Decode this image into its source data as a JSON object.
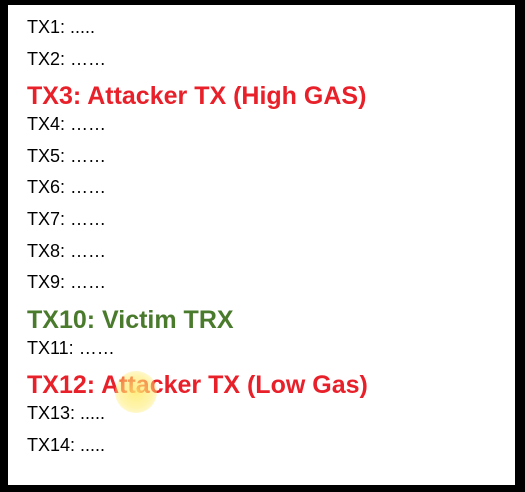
{
  "colors": {
    "attacker": "#e8202a",
    "victim": "#4a7a2c",
    "normal": "#000000",
    "cursor": "#ffeb6e"
  },
  "transactions": [
    {
      "label": "TX1: .....",
      "kind": "normal"
    },
    {
      "label": "TX2: ……",
      "kind": "normal"
    },
    {
      "label": "TX3: Attacker TX (High GAS)",
      "kind": "attacker"
    },
    {
      "label": "TX4: ……",
      "kind": "normal"
    },
    {
      "label": "TX5: ……",
      "kind": "normal"
    },
    {
      "label": "TX6: ……",
      "kind": "normal"
    },
    {
      "label": "TX7: ……",
      "kind": "normal"
    },
    {
      "label": "TX8: ……",
      "kind": "normal"
    },
    {
      "label": "TX9: ……",
      "kind": "normal"
    },
    {
      "label": "TX10: Victim TRX",
      "kind": "victim"
    },
    {
      "label": "TX11: ……",
      "kind": "normal"
    },
    {
      "label": "TX12: Attacker TX (Low Gas)",
      "kind": "attacker"
    },
    {
      "label": "TX13: .....",
      "kind": "normal"
    },
    {
      "label": "TX14: .....",
      "kind": "normal"
    }
  ]
}
